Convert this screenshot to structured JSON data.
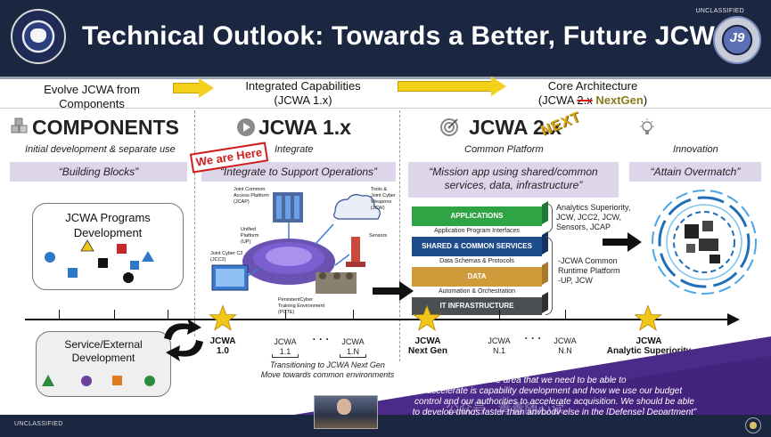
{
  "header": {
    "title": "Technical Outlook:  Towards a Better, Future JCWA",
    "classification_top": "UNCLASSIFIED",
    "right_seal_text": "J9"
  },
  "phases": {
    "evolve_l1": "Evolve JCWA from",
    "evolve_l2": "Components",
    "integrated_l1": "Integrated Capabilities",
    "integrated_l2": "(JCWA 1.x)",
    "core_l1": "Core Architecture",
    "core_l2_prefix": "(JCWA ",
    "core_l2_strike": "2.x",
    "core_l2_nextgen": "NextGen",
    "core_l2_suffix": ")"
  },
  "columns": {
    "components": {
      "heading": "COMPONENTS",
      "sub": "Initial development & separate use",
      "band": "“Building Blocks”"
    },
    "jcwa1": {
      "heading": "JCWA 1.x",
      "sub": "Integrate",
      "band": "“Integrate to Support Operations”",
      "stamp": "We are Here"
    },
    "jcwa2": {
      "heading": "JCWA 2.x",
      "stamp": "NEXT",
      "sub": "Common Platform",
      "band_l1": "“Mission app using shared/common",
      "band_l2": "services, data, infrastructure”"
    },
    "innovation": {
      "sub": "Innovation",
      "band": "“Attain Overmatch”"
    }
  },
  "components_boxes": {
    "programs_l1": "JCWA Programs",
    "programs_l2": "Development",
    "service_l1": "Service/External",
    "service_l2": "Development"
  },
  "diagram_labels": {
    "jcap_l1": "Joint Common",
    "jcap_l2": "Access Platform",
    "jcap_l3": "(JCAP)",
    "jcw_l1": "Tools &",
    "jcw_l2": "Joint Cyber",
    "jcw_l3": "Weapons",
    "jcw_l4": "(JCW)",
    "up_l1": "Unified",
    "up_l2": "Platform",
    "up_l3": "(UP)",
    "sensors": "Sensors",
    "jcc2_l1": "Joint Cyber C2",
    "jcc2_l2": "(JCC2)",
    "pcte_l1": "PersistentCyber",
    "pcte_l2": "Training Environment",
    "pcte_l3": "(PCTE)"
  },
  "layers": {
    "applications": "APPLICATIONS",
    "api": "Application Program Interfaces",
    "shared": "SHARED & COMMON SERVICES",
    "schemas": "Data Schemas & Protocols",
    "data": "DATA",
    "automation": "Automation & Orchestration",
    "infra": "IT INFRASTRUCTURE"
  },
  "notes": {
    "apps_l1": "Analytics Superiority,",
    "apps_l2": "JCW, JCC2, JCW,",
    "apps_l3": "Sensors, JCAP",
    "runtime_l1": "-JCWA Common",
    "runtime_l2": "Runtime Platform",
    "runtime_l3": "-UP, JCW"
  },
  "timeline": {
    "jcwa10_l1": "JCWA",
    "jcwa10_l2": "1.0",
    "jcwa11_l1": "JCWA",
    "jcwa11_l2": "1.1",
    "dots": "· · ·",
    "jcwa1n_l1": "JCWA",
    "jcwa1n_l2": "1.N",
    "transition_l1": "Transitioning to JCWA Next Gen",
    "transition_l2": "Move towards common environments",
    "nextgen_l1": "JCWA",
    "nextgen_l2": "Next Gen",
    "n1_l1": "JCWA",
    "n1_l2": "N.1",
    "nn_l1": "JCWA",
    "nn_l2": "N.N",
    "analytic_l1": "JCWA",
    "analytic_l2": "Analytic Superiority"
  },
  "quote": {
    "l1": "“The area that we need to be able to",
    "l2": "accelerate is capability development and how we use our budget",
    "l3": "control and our authorities to accelerate acquisition. We should be able",
    "l4": "to develop things faster than anybody else in the [Defense] Department”"
  },
  "watermark": "公众号 · 青青随心读",
  "footer": {
    "classification_bottom": "UNCLASSIFIED"
  },
  "colors": {
    "header_bg": "#1b2740",
    "band_lavender": "#ddd6ea",
    "arrow_yellow": "#f3d11b",
    "star_gold": "#f2c618",
    "banner_purple": "#4c2a8a",
    "layer_green": "#2fa444",
    "layer_blue": "#1d4c8b",
    "layer_gold": "#cf9b3a",
    "layer_gray": "#4b4f52",
    "stamp_red": "#d21b1b"
  },
  "icons": [
    "blocks-icon",
    "play-icon",
    "target-icon",
    "lightbulb-icon",
    "cycle-arrows-icon",
    "star-icon",
    "digital-brain-icon"
  ]
}
